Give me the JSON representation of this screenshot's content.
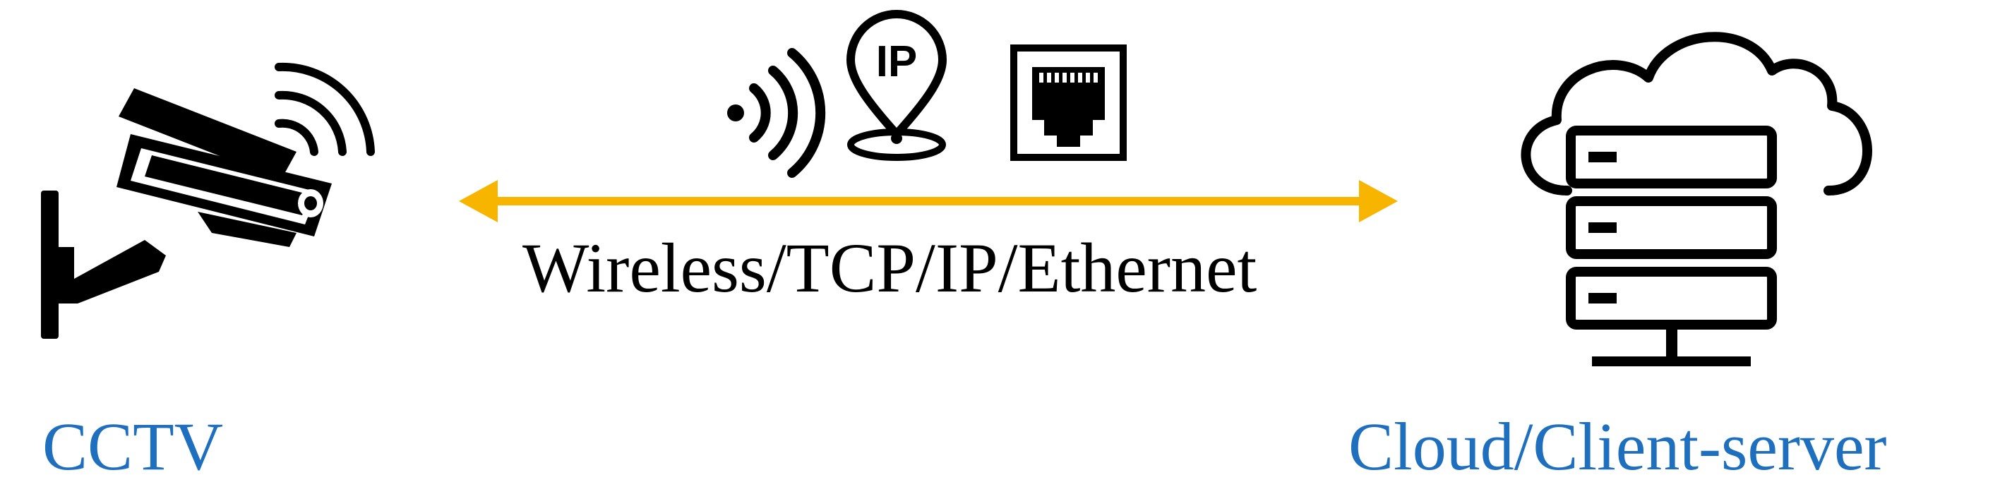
{
  "nodes": {
    "camera": {
      "label": "CCTV",
      "icon": "cctv-camera-icon"
    },
    "server": {
      "label": "Cloud/Client-server",
      "icon": "cloud-server-icon"
    }
  },
  "link": {
    "label": "Wireless/TCP/IP/Ethernet",
    "direction": "bidirectional",
    "icons": [
      "wireless-signal-icon",
      "ip-location-pin-icon",
      "ethernet-port-icon"
    ]
  },
  "colors": {
    "label_blue": "#1f6fbf",
    "arrow": "#f7b500",
    "icon": "#000000"
  }
}
